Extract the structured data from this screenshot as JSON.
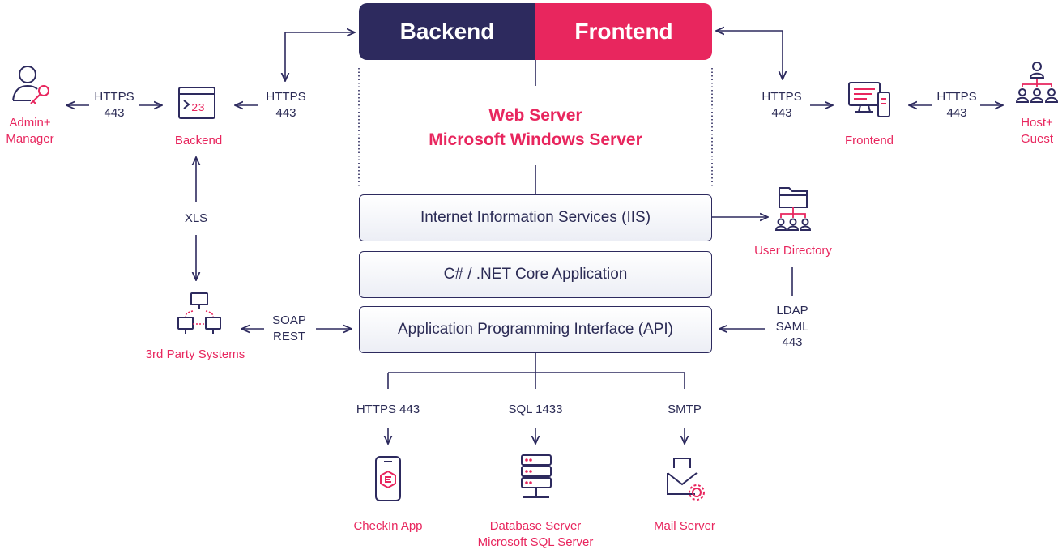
{
  "header": {
    "backend": "Backend",
    "frontend": "Frontend"
  },
  "web_server": {
    "line1": "Web Server",
    "line2": "Microsoft Windows Server"
  },
  "layers": {
    "iis": "Internet Information Services (IIS)",
    "app": "C# / .NET Core Application",
    "api": "Application Programming Interface (API)"
  },
  "nodes": {
    "admin": "Admin+\nManager",
    "backend": "Backend",
    "frontend": "Frontend",
    "host": "Host+\nGuest",
    "user_directory": "User Directory",
    "third_party": "3rd Party Systems",
    "checkin": "CheckIn App",
    "database": "Database Server\nMicrosoft SQL Server",
    "mail": "Mail Server"
  },
  "protocols": {
    "admin_backend": "HTTPS\n443",
    "backend_server": "HTTPS\n443",
    "server_frontend": "HTTPS\n443",
    "frontend_host": "HTTPS\n443",
    "xls": "XLS",
    "soap_rest": "SOAP\nREST",
    "ldap": "LDAP\nSAML\n443",
    "https_443": "HTTPS 443",
    "sql": "SQL 1433",
    "smtp": "SMTP"
  },
  "colors": {
    "navy": "#2d2a5e",
    "pink": "#e8265e",
    "text": "#2b2b55"
  }
}
